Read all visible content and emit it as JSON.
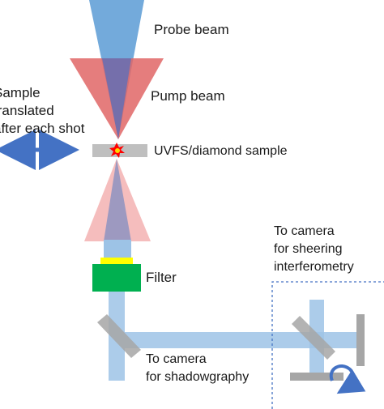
{
  "labels": {
    "probe_beam": "Probe beam",
    "pump_beam": "Pump beam",
    "sample_note_1": "Sample",
    "sample_note_2": "translated",
    "sample_note_3": "after each shot",
    "sample": "UVFS/diamond sample",
    "filter": "Filter",
    "interf_1": "To camera",
    "interf_2": "for sheering",
    "interf_3": "interferometry",
    "shadow_1": "To camera",
    "shadow_2": "for shadowgraphy"
  },
  "colors": {
    "probe": "#5b9bd5",
    "probe_light": "#9dc3e6",
    "pump": "#e06666",
    "pump_light": "#f4b6b6",
    "overlap": "#6a6fb0",
    "filter_green": "#00b050",
    "filter_yellow": "#ffff00",
    "sample_gray": "#bfbfbf",
    "mirror_gray": "#a6a6a6",
    "arrow_blue": "#4472c4",
    "text": "#1a1a1a"
  }
}
